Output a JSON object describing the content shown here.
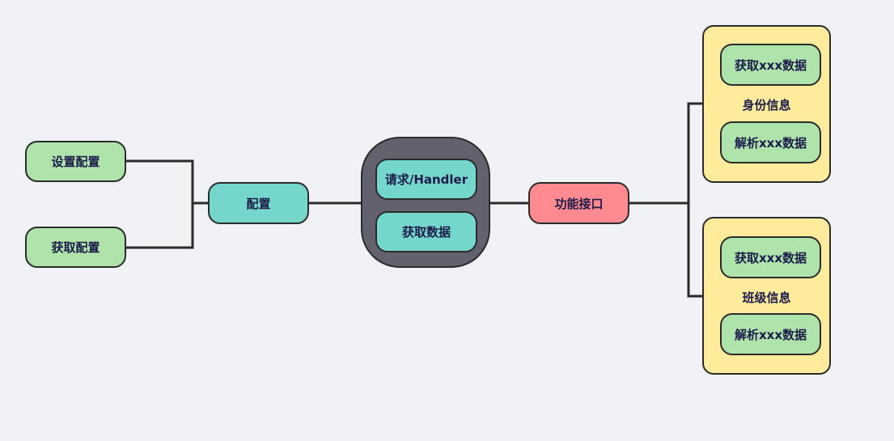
{
  "diagram": {
    "config_branch": {
      "set_config": "设置配置",
      "get_config": "获取配置",
      "config": "配置"
    },
    "handler": {
      "request_handler": "请求/Handler",
      "get_data": "获取数据"
    },
    "interface": {
      "label": "功能接口"
    },
    "identity_group": {
      "label": "身份信息",
      "get_data": "获取xxx数据",
      "parse_data": "解析xxx数据"
    },
    "class_group": {
      "label": "班级信息",
      "get_data": "获取xxx数据",
      "parse_data": "解析xxx数据"
    }
  },
  "colors": {
    "background": "#f0f2f5",
    "leaf_green": "#aee3ab",
    "node_teal": "#75d7cb",
    "interface_pink": "#ff8a8f",
    "handler_gray": "#62616d",
    "group_yellow": "#ffeb9c",
    "stroke": "#2b2b2b",
    "text_navy": "#1c1c4a"
  }
}
